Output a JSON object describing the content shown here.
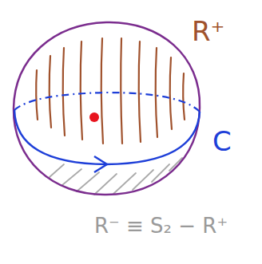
{
  "diagram": {
    "labels": [
      "R⁺",
      "C",
      "R⁻ ≡ S₂ − R⁺"
    ]
  }
}
